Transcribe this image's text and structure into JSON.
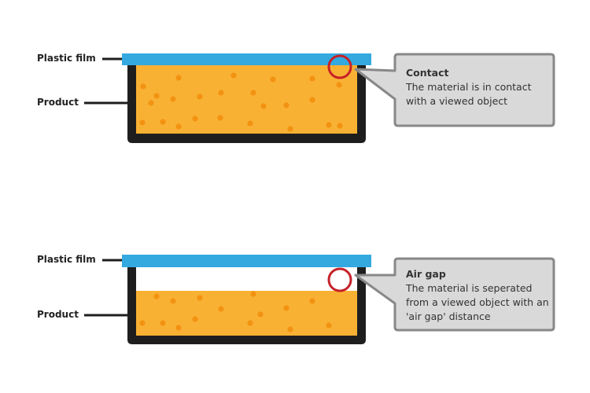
{
  "colors": {
    "film": "#33a9e0",
    "product": "#f8b133",
    "dot": "#f39211",
    "container": "#1e1e1e",
    "circle": "#c62128",
    "callout_fill": "#d9d9d9",
    "callout_stroke": "#888888"
  },
  "diagrams": [
    {
      "film_label": "Plastic film",
      "product_label": "Product",
      "callout_title": "Contact",
      "callout_text": "The material is in contact with a viewed object"
    },
    {
      "film_label": "Plastic film",
      "product_label": "Product",
      "callout_title": "Air gap",
      "callout_text": "The material is seperated from a viewed object with an 'air gap' distance"
    }
  ]
}
